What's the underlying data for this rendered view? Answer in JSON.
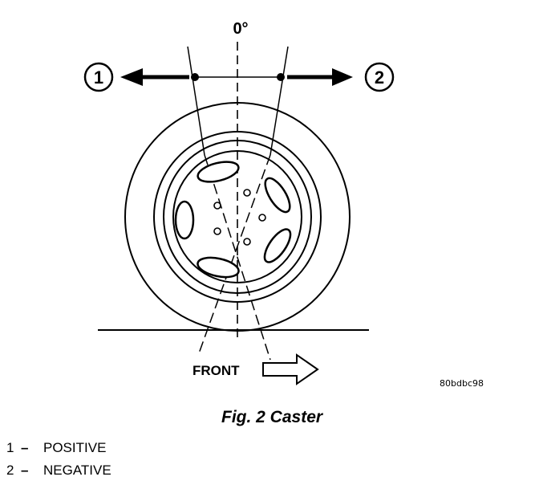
{
  "diagram": {
    "angle_label": "0°",
    "marker_positive": "1",
    "marker_negative": "2",
    "front_label": "FRONT",
    "image_code": "80bdbc98"
  },
  "caption": "Fig. 2 Caster",
  "legend": [
    {
      "number": "1",
      "dash": "–",
      "text": "POSITIVE"
    },
    {
      "number": "2",
      "dash": "–",
      "text": "NEGATIVE"
    }
  ]
}
